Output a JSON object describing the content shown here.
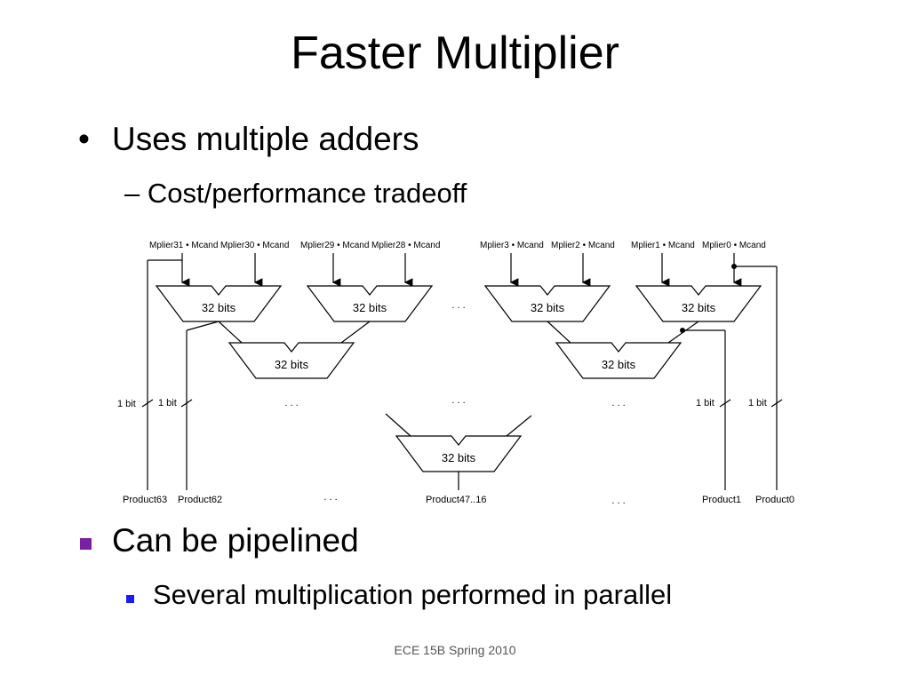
{
  "slide": {
    "title": "Faster Multiplier",
    "bullets": [
      {
        "text": "Uses multiple adders",
        "sub": [
          "Cost/performance tradeoff"
        ]
      },
      {
        "text": "Can be pipelined",
        "sub": [
          "Several multiplication performed in parallel"
        ]
      }
    ],
    "footer": "ECE 15B Spring 2010",
    "bullet_colors": {
      "level1_square": "#7b1fa2",
      "level2_square": "#1a1aff"
    }
  },
  "diagram": {
    "inputs": [
      "Mplier31 • Mcand",
      "Mplier30 • Mcand",
      "Mplier29 • Mcand",
      "Mplier28 • Mcand",
      "Mplier3 • Mcand",
      "Mplier2 • Mcand",
      "Mplier1 • Mcand",
      "Mplier0 • Mcand"
    ],
    "adder_label": "32 bits",
    "bit_labels": [
      "1 bit",
      "1 bit",
      "1 bit",
      "1 bit"
    ],
    "ellipsis": ". . .",
    "outputs": [
      "Product63",
      "Product62",
      "Product47..16",
      "Product1",
      "Product0"
    ]
  }
}
